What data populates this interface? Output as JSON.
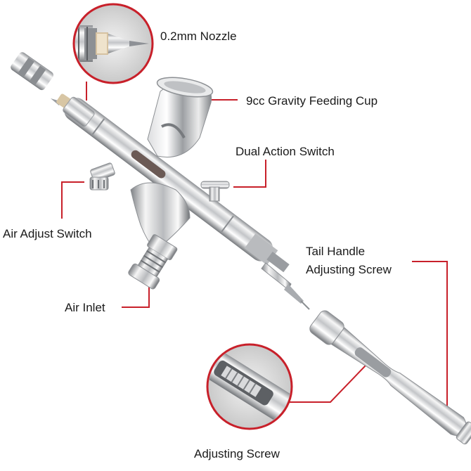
{
  "callouts": {
    "nozzle": "0.2mm Nozzle",
    "cup": "9cc Gravity Feeding Cup",
    "dual_action": "Dual Action Switch",
    "air_adjust": "Air Adjust Switch",
    "tail_line1": "Tail Handle",
    "tail_line2": "Adjusting Screw",
    "air_inlet": "Air Inlet",
    "adjusting_screw": "Adjusting Screw"
  },
  "colors": {
    "accent": "#c8202a",
    "chrome_light": "#f4f4f4",
    "chrome_mid": "#c4c6c9",
    "chrome_dark": "#6f7276",
    "text": "#1a1a1a",
    "background": "#ffffff"
  },
  "icons": [
    "airbrush-illustration",
    "nozzle-detail-inset",
    "adjusting-screw-detail-inset"
  ]
}
